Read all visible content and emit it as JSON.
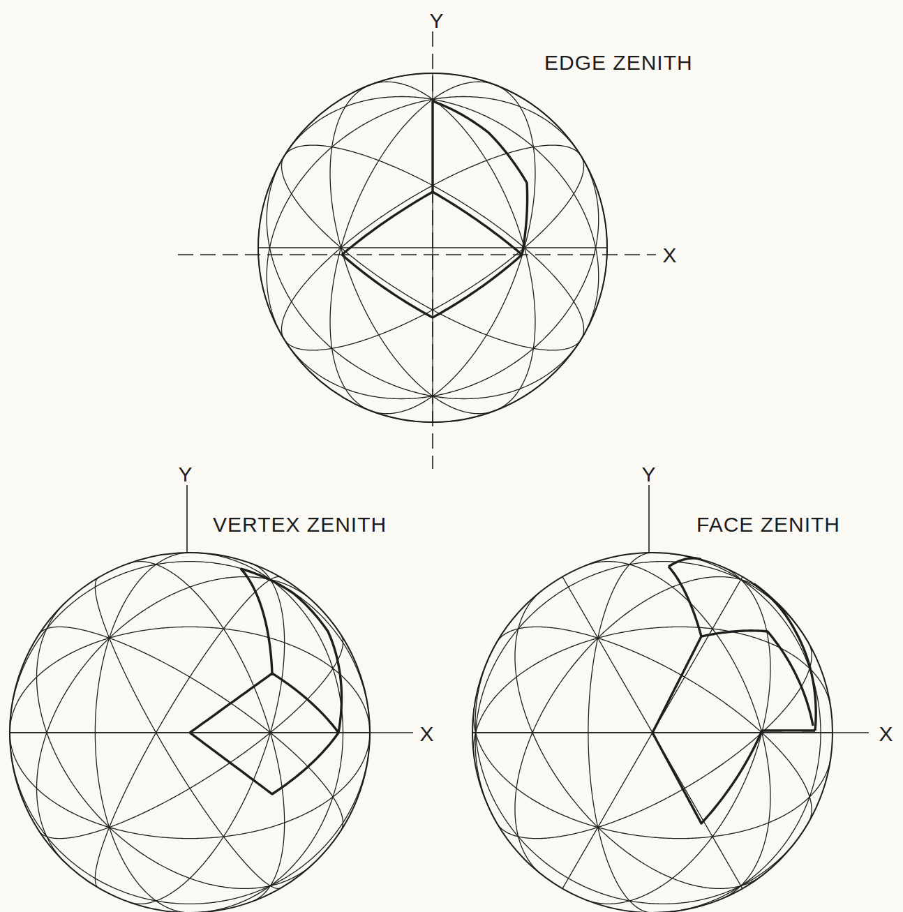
{
  "diagram": {
    "labels": [
      "Y",
      "EDGE ZENITH",
      "X",
      "Y",
      "VERTEX ZENITH",
      "X",
      "Y",
      "FACE ZENITH",
      "X"
    ]
  }
}
